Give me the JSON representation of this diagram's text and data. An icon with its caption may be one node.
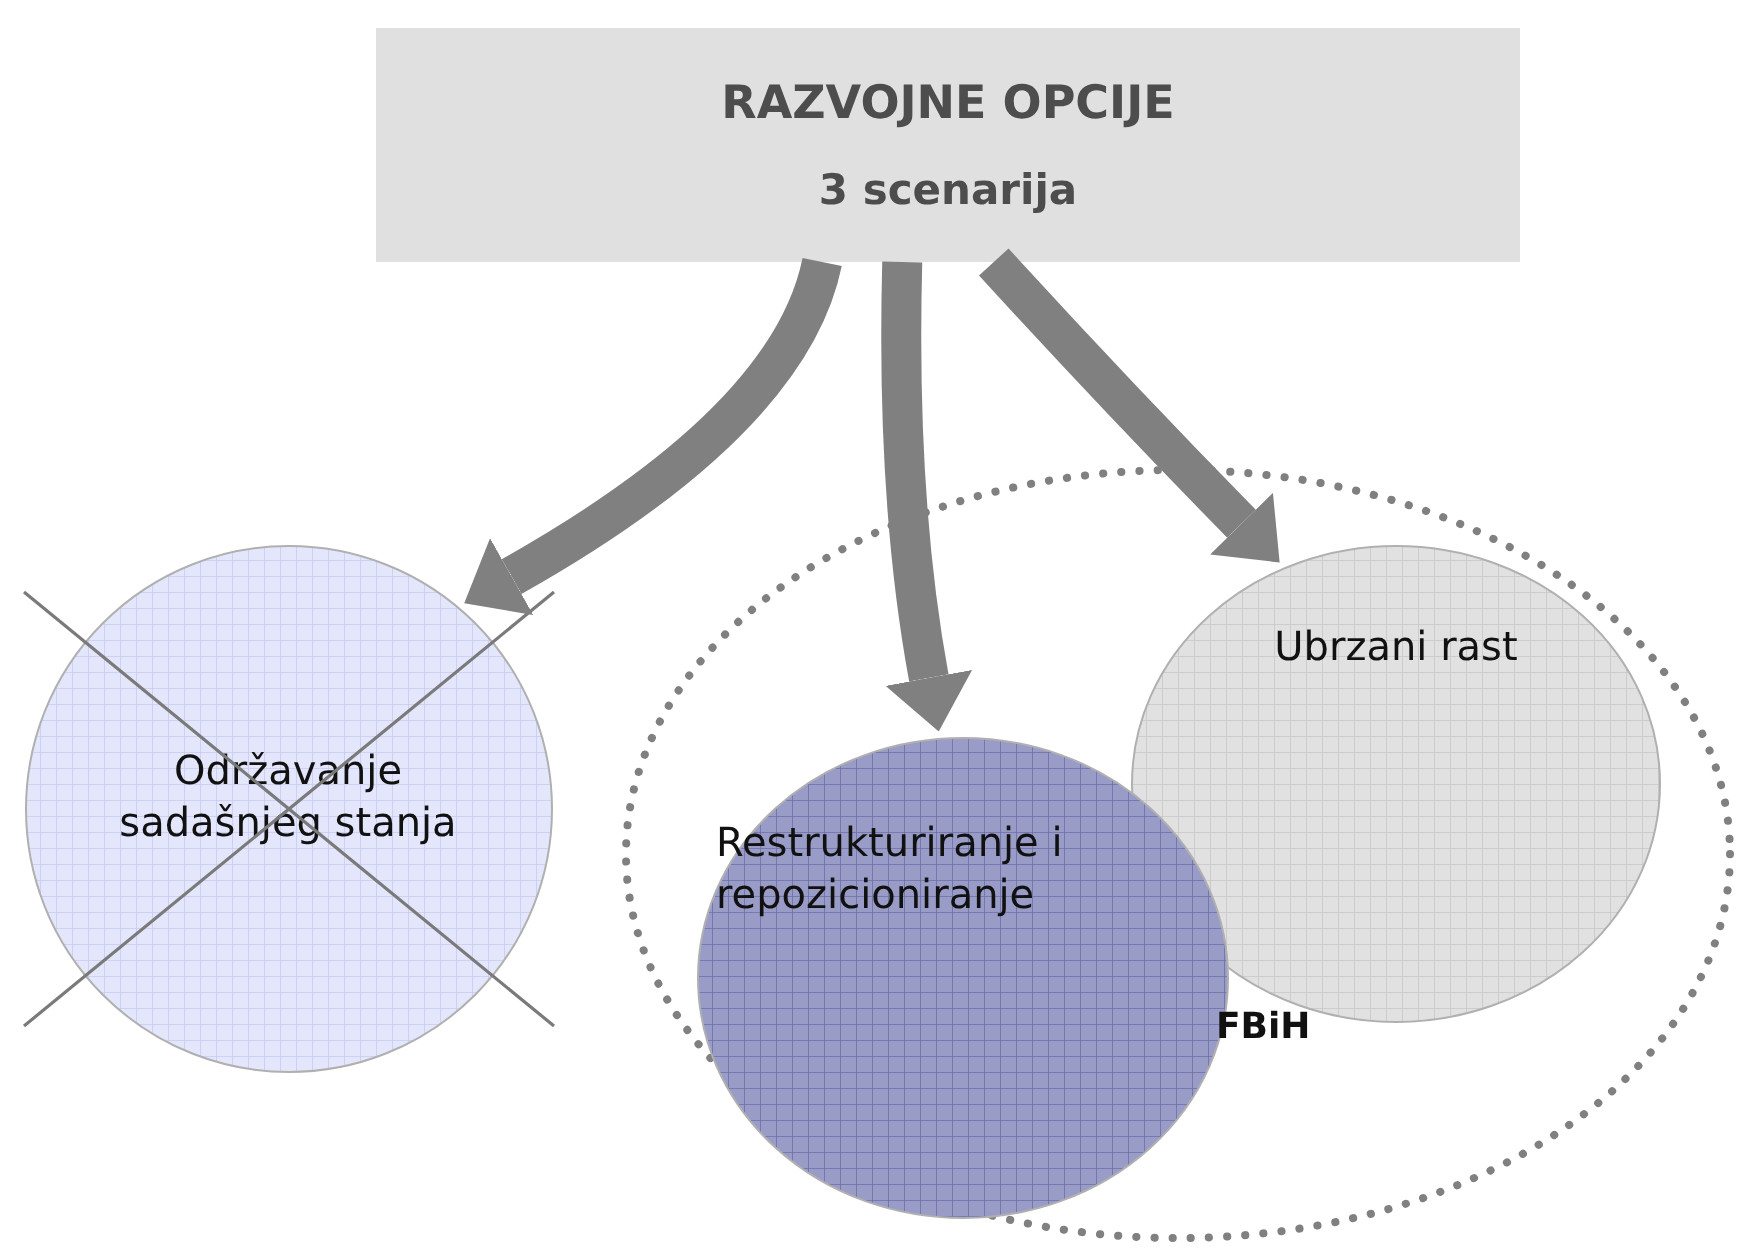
{
  "diagram": {
    "nodes": [
      {
        "text": [
          "RAZVOJNE OPCIJE",
          "3 scenarija"
        ]
      },
      {
        "text": [
          "Održavanje sadašnjeg stanja"
        ]
      },
      {
        "text": [
          "FBiH"
        ]
      },
      {
        "text": [
          "Restrukturiranje i repozicioniranje"
        ],
        "in": 2
      },
      {
        "text": [
          "Ubrzani rast"
        ],
        "in": 2
      }
    ],
    "edges": [
      {
        "from": 0,
        "to": 1,
        "arrow": "to"
      },
      {
        "from": 0,
        "to": 3,
        "arrow": "to"
      },
      {
        "from": 0,
        "to": 4,
        "arrow": "to"
      }
    ]
  }
}
